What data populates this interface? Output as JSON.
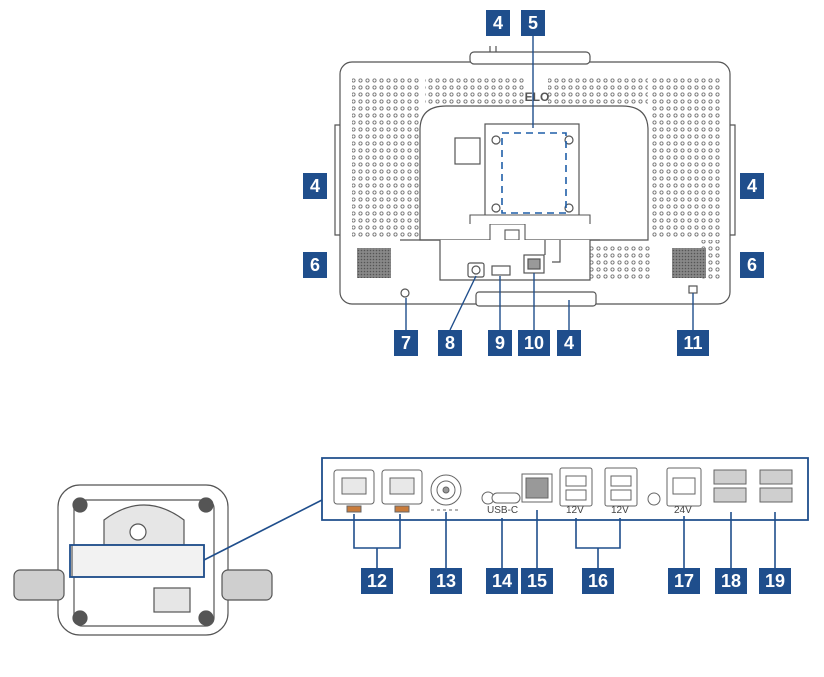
{
  "colors": {
    "callout_bg": "#1f4e8c",
    "callout_text": "#ffffff",
    "line": "#1f4e8c",
    "outline": "#555555",
    "dashed": "#1f5fa8"
  },
  "logo_text": "ELO",
  "callouts": {
    "c4_top": "4",
    "c5": "5",
    "c4_left": "4",
    "c4_right": "4",
    "c6_left": "6",
    "c6_right": "6",
    "c7": "7",
    "c8": "8",
    "c9": "9",
    "c10": "10",
    "c4_bottom": "4",
    "c11": "11",
    "c12": "12",
    "c13": "13",
    "c14": "14",
    "c15": "15",
    "c16": "16",
    "c17": "17",
    "c18": "18",
    "c19": "19"
  },
  "port_labels": {
    "usbc": "USB-C",
    "v12a": "12V",
    "v12b": "12V",
    "v24": "24V"
  }
}
